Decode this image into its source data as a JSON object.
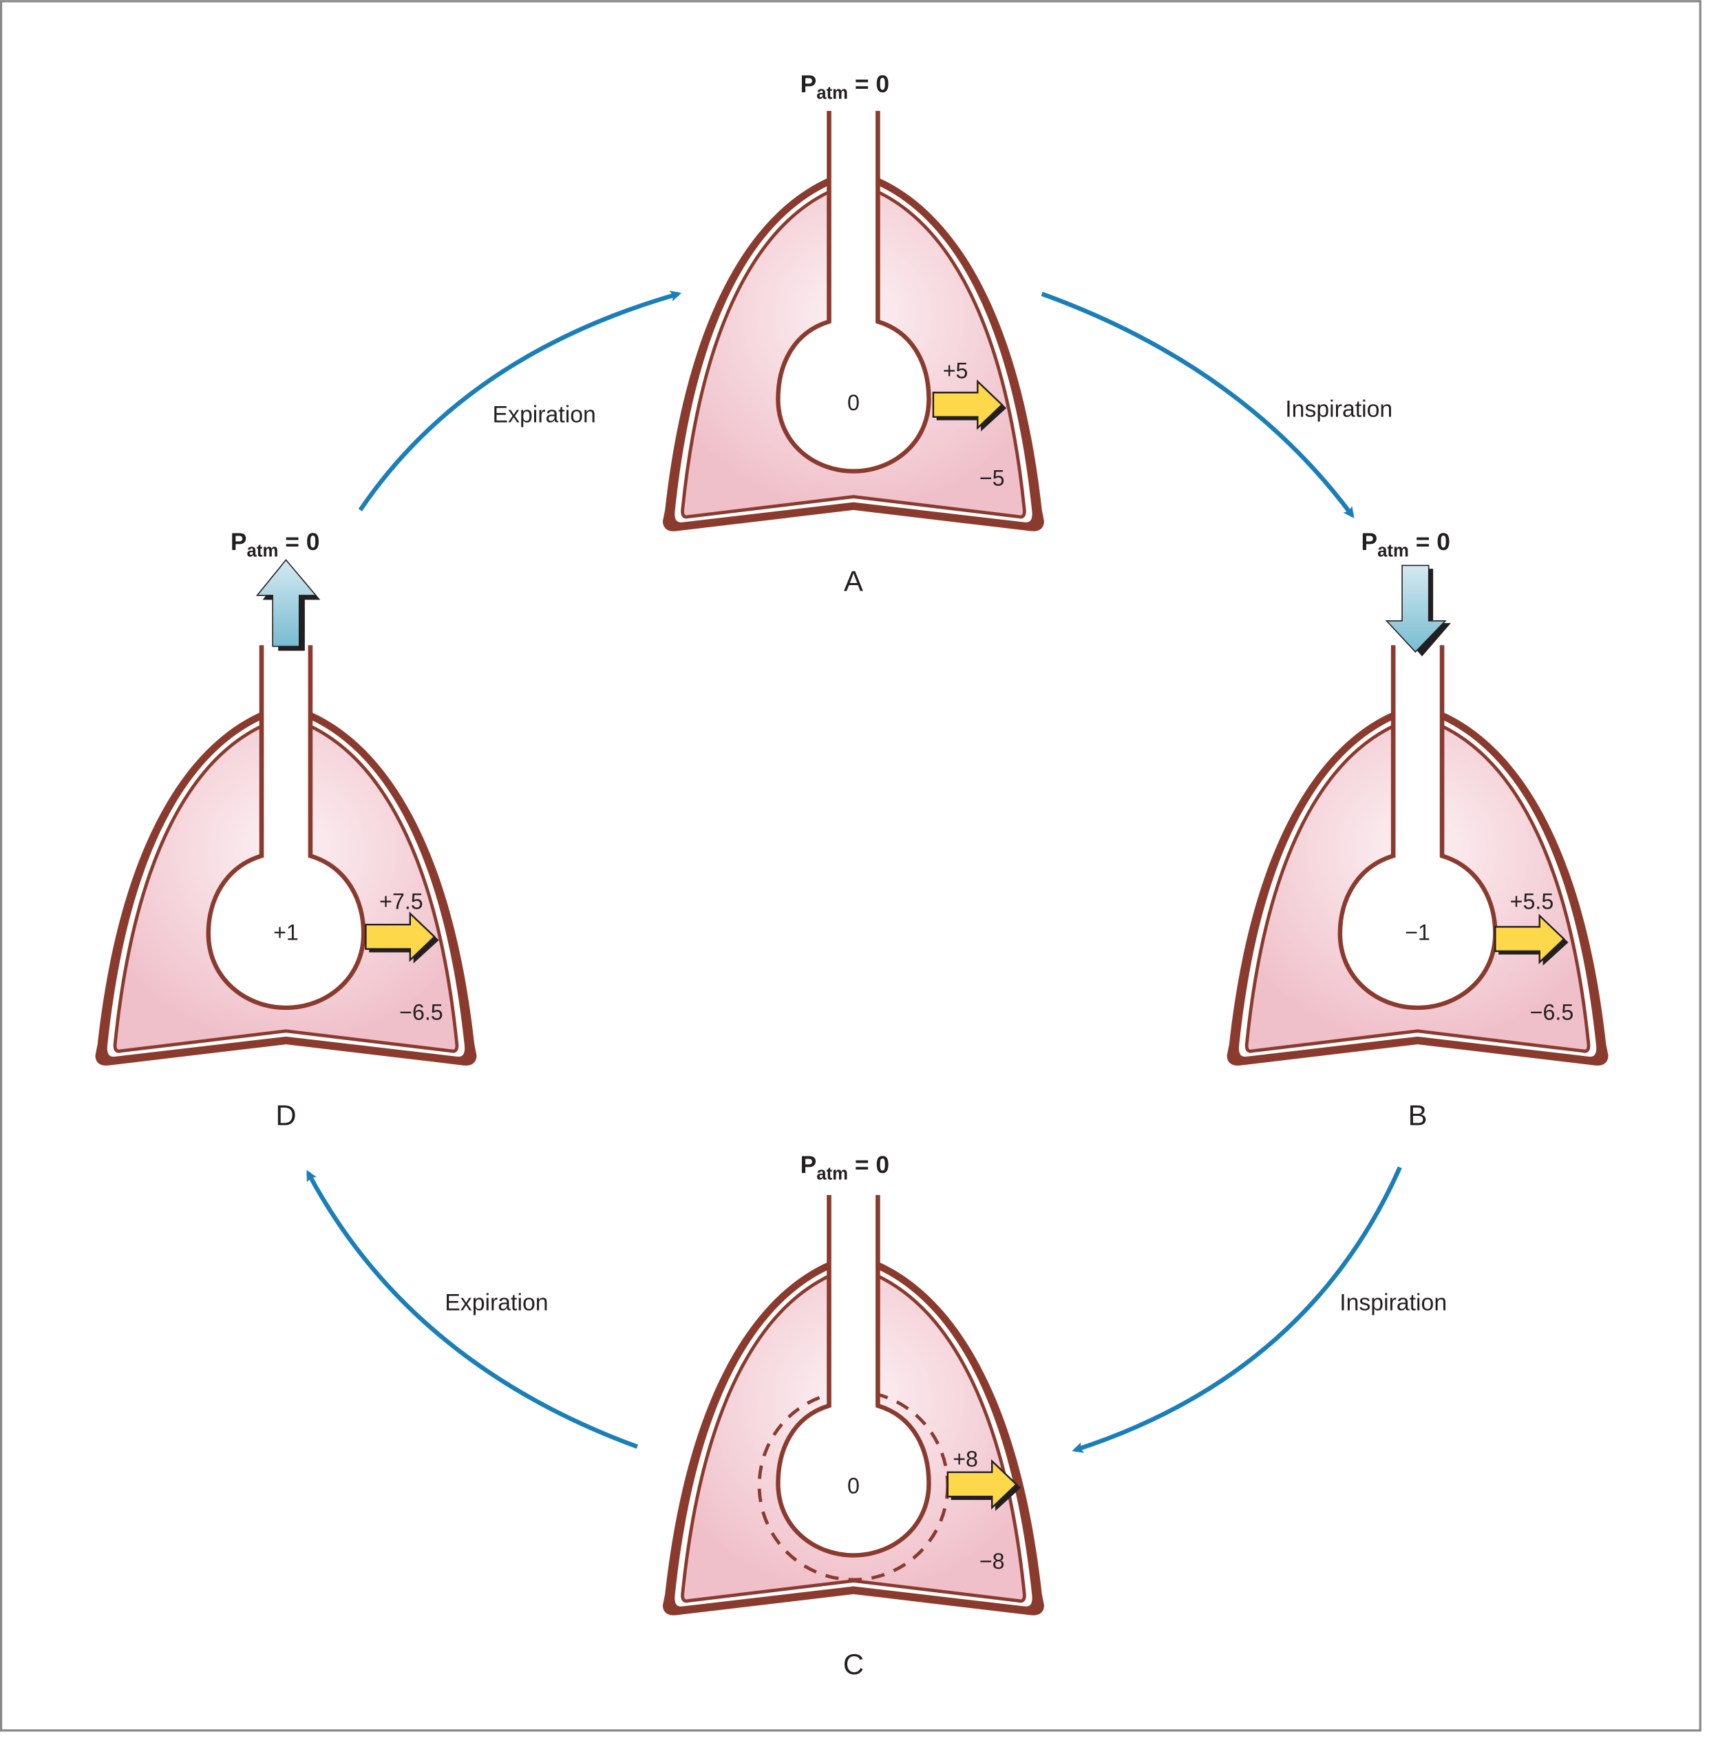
{
  "title": "Pressure changes during the respiratory cycle",
  "colors": {
    "outline": "#8b3a2e",
    "lung_fill": "#f0c0ca",
    "lung_fill_light": "#fbeef1",
    "cycle_arrow": "#1a7fb8",
    "pleural_arrow": "#fdd84a",
    "airflow_arrow": "#8ec6d8",
    "border": "#888888"
  },
  "patm_label": {
    "main": "P",
    "sub": "atm",
    "rest": " = 0"
  },
  "stages": [
    {
      "id": "A",
      "letter": "A",
      "alveolar": "0",
      "transpulmonary": "+5",
      "pleural": "−5",
      "airflow": "none"
    },
    {
      "id": "B",
      "letter": "B",
      "alveolar": "−1",
      "transpulmonary": "+5.5",
      "pleural": "−6.5",
      "airflow": "in"
    },
    {
      "id": "C",
      "letter": "C",
      "alveolar": "0",
      "transpulmonary": "+8",
      "pleural": "−8",
      "airflow": "none"
    },
    {
      "id": "D",
      "letter": "D",
      "alveolar": "+1",
      "transpulmonary": "+7.5",
      "pleural": "−6.5",
      "airflow": "out"
    }
  ],
  "transitions": [
    {
      "from": "A",
      "to": "B",
      "label": "Inspiration"
    },
    {
      "from": "B",
      "to": "C",
      "label": "Inspiration"
    },
    {
      "from": "C",
      "to": "D",
      "label": "Expiration"
    },
    {
      "from": "D",
      "to": "A",
      "label": "Expiration"
    }
  ]
}
